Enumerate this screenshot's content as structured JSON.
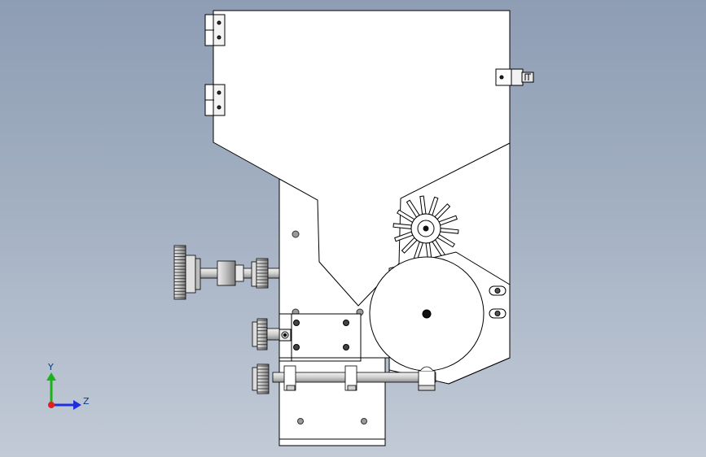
{
  "triad": {
    "y_label": "Y",
    "z_label": "Z",
    "y_color": "#19b319",
    "z_color": "#1f2fe0",
    "x_color": "#e01f1f"
  },
  "colors": {
    "background": "#a3b0c2",
    "part_fill": "#ffffff",
    "edge": "#000000",
    "shade": "#c9c9c9"
  },
  "wheel": {
    "spoke_count": 14
  }
}
